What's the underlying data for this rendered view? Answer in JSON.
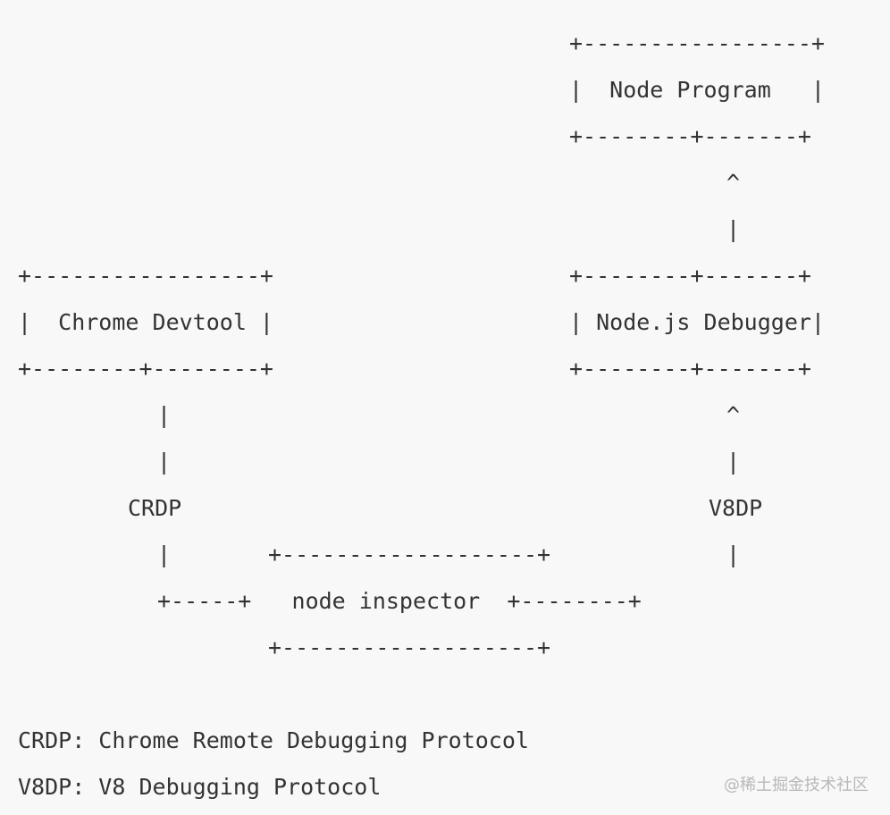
{
  "diagram": {
    "lines": [
      "                +----------------+",
      "                |  Node Program  |",
      "                +--------+-------+",
      "                         ^",
      "                         |",
      "+----------------+       +--------+-------+",
      "|  Chrome Devtool |      | Node.js Debugger|",
      "+--------+--------+      +--------+-------+",
      "         |                        ^",
      "         |                        |",
      "       CRDP                     V8DP",
      "         |      +------------------+      |",
      "         +----->+   node inspector  +--------+",
      "                +------------------+",
      "",
      "CRDP: Chrome Remote Debugging Protocol",
      "V8DP: V8 Debugging Protocol"
    ],
    "node_program_box": {
      "top": "+-----------------+",
      "label": "|  Node Program   |",
      "bottom": "+--------+-------+"
    },
    "chrome_devtool_box": {
      "top": "+-----------------+",
      "label": "|  Chrome Devtool |",
      "bottom": "+--------+--------+"
    },
    "nodejs_debugger_box": {
      "top": "+--------+-------+",
      "label": "| Node.js Debugger|",
      "bottom": "+--------+-------+"
    },
    "node_inspector_box": {
      "top": "+-------------------+",
      "label": "+-----+   node inspector  +--------+",
      "bottom": "+-------------------+"
    },
    "arrows": {
      "up_arrow_1": "^",
      "up_arrow_2": "^",
      "pipe": "|",
      "crdp_label": "CRDP",
      "v8dp_label": "V8DP"
    },
    "legend": {
      "crdp": "CRDP: Chrome Remote Debugging Protocol",
      "v8dp": "V8DP: V8 Debugging Protocol"
    }
  },
  "watermark": "@稀土掘金技术社区"
}
